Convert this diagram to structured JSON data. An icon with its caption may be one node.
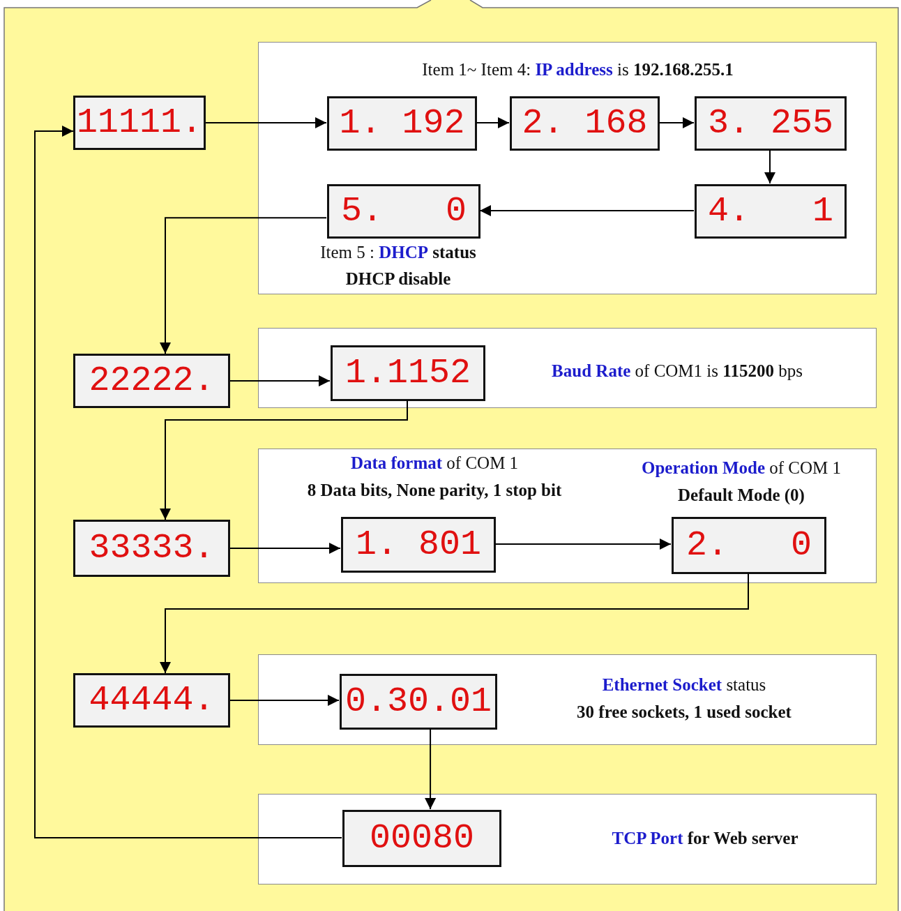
{
  "diagram": {
    "nodes": [
      {
        "text": [
          "11111."
        ]
      },
      {
        "text": [
          "Item 1~ Item 4: **IP address** is **192.168.255.1**"
        ]
      },
      {
        "text": [
          "1. 192"
        ],
        "in": 1
      },
      {
        "text": [
          "2. 168"
        ],
        "in": 1
      },
      {
        "text": [
          "3. 255"
        ],
        "in": 1
      },
      {
        "text": [
          "4.   1"
        ],
        "in": 1
      },
      {
        "text": [
          "5.   0"
        ],
        "in": 1,
        "beside": [
          "Item 5 : **DHCP** **status**",
          "DHCP disable"
        ]
      },
      {
        "text": [
          "22222."
        ]
      },
      {
        "text": [
          "**Baud Rate** of COM1 is **115200** bps"
        ]
      },
      {
        "text": [
          "1.1152"
        ],
        "in": 8
      },
      {
        "text": [
          "33333."
        ]
      },
      {
        "text": [],
        "shape": "box"
      },
      {
        "text": [
          "1. 801"
        ],
        "in": 11,
        "beside": [
          "**Data format** of COM 1",
          "8 Data bits, None parity, 1 stop bit"
        ]
      },
      {
        "text": [
          "2.   0"
        ],
        "in": 11,
        "beside": [
          "**Operation Mode** of COM 1",
          "Default Mode (0)"
        ]
      },
      {
        "text": [
          "44444."
        ]
      },
      {
        "text": [
          "**Ethernet Socket** status",
          "30 free sockets, 1 used socket"
        ]
      },
      {
        "text": [
          "0.30.01"
        ],
        "in": 15
      },
      {
        "text": [
          "**TCP Port** **for Web server**"
        ]
      },
      {
        "text": [
          "00080"
        ],
        "in": 17
      }
    ],
    "edges": [
      {
        "from": 0,
        "to": 2,
        "arrow": "to"
      },
      {
        "from": 2,
        "to": 3,
        "arrow": "to"
      },
      {
        "from": 3,
        "to": 4,
        "arrow": "to"
      },
      {
        "from": 4,
        "to": 5,
        "arrow": "to"
      },
      {
        "from": 5,
        "to": 6,
        "arrow": "to"
      },
      {
        "from": 6,
        "to": 7,
        "arrow": "to"
      },
      {
        "from": 7,
        "to": 9,
        "arrow": "to"
      },
      {
        "from": 9,
        "to": 10,
        "arrow": "to"
      },
      {
        "from": 10,
        "to": 12,
        "arrow": "to"
      },
      {
        "from": 12,
        "to": 13,
        "arrow": "to"
      },
      {
        "from": 13,
        "to": 14,
        "arrow": "to"
      },
      {
        "from": 14,
        "to": 16,
        "arrow": "to"
      },
      {
        "from": 16,
        "to": 18,
        "arrow": "to"
      },
      {
        "from": 18,
        "to": 0,
        "arrow": "to"
      }
    ]
  }
}
